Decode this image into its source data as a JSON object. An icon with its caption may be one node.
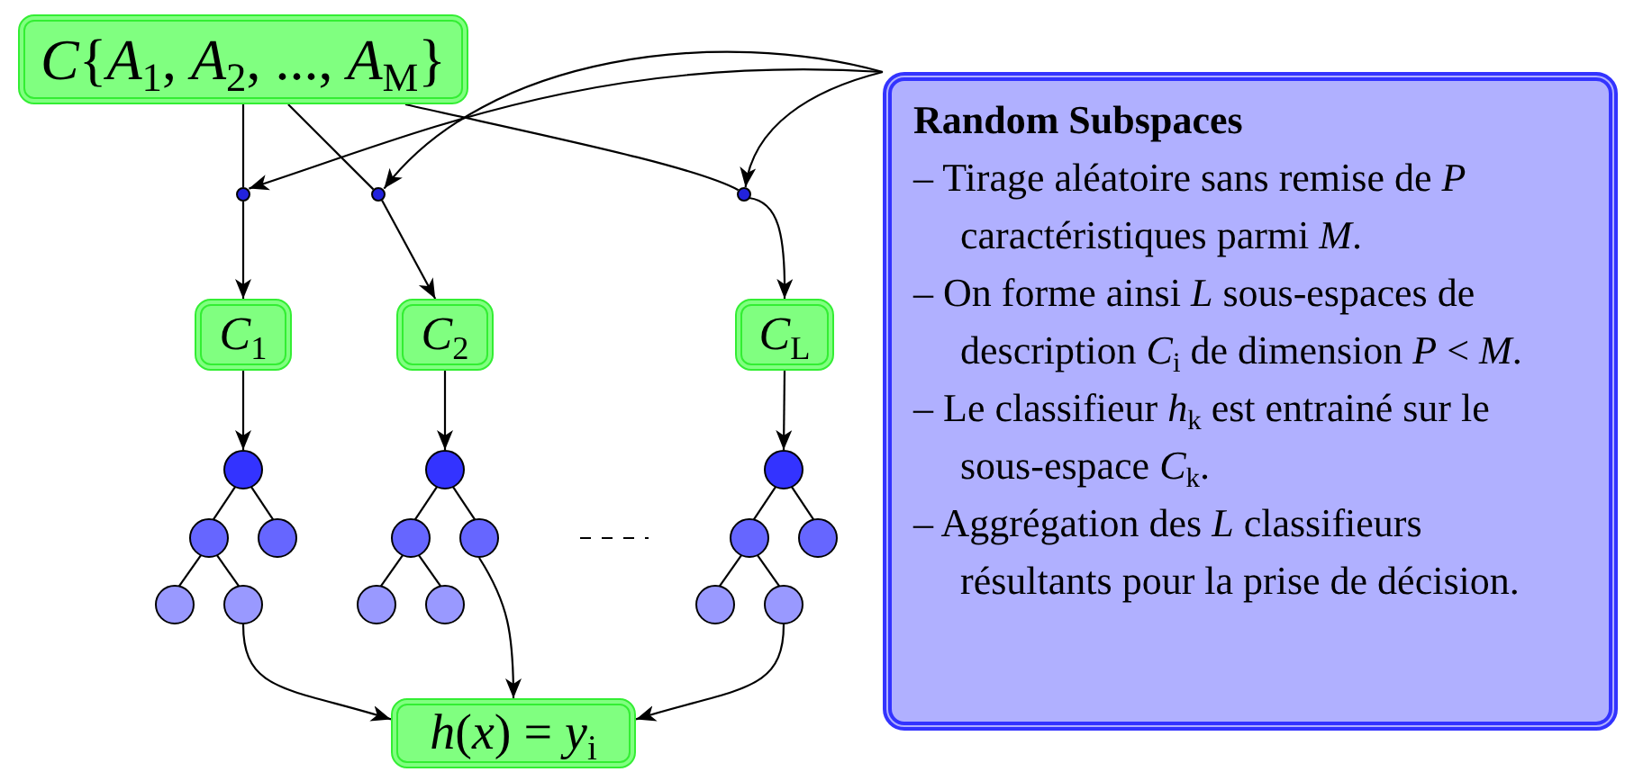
{
  "diagram": {
    "nodes": [
      {
        "text": [
          "*C*{*A*$_{1}$, *A*$_{2}$, ..., *A*$_{M}$}"
        ]
      },
      {
        "text": [],
        "shape": "circle"
      },
      {
        "text": [],
        "shape": "circle"
      },
      {
        "text": [],
        "shape": "circle"
      },
      {
        "text": [
          "*C*$_{1}$"
        ]
      },
      {
        "text": [
          "*C*$_{2}$"
        ]
      },
      {
        "text": [
          "*C*$_{L}$"
        ]
      },
      {
        "text": [],
        "shape": "circle"
      },
      {
        "text": [],
        "shape": "circle"
      },
      {
        "text": [],
        "shape": "circle"
      },
      {
        "text": [],
        "shape": "circle"
      },
      {
        "text": [],
        "shape": "circle"
      },
      {
        "text": [],
        "shape": "circle"
      },
      {
        "text": [],
        "shape": "circle"
      },
      {
        "text": [],
        "shape": "circle"
      },
      {
        "text": [],
        "shape": "circle"
      },
      {
        "text": [],
        "shape": "circle"
      },
      {
        "text": [],
        "shape": "circle"
      },
      {
        "text": [],
        "shape": "circle"
      },
      {
        "text": [],
        "shape": "circle"
      },
      {
        "text": [],
        "shape": "circle"
      },
      {
        "text": [],
        "shape": "circle"
      },
      {
        "text": [
          "*h*(*x*) = *y*$_{i}$"
        ]
      },
      {
        "text": [
          "Random Subspaces",
          "– Tirage aléatoire sans remise de *P* caractéristiques parmi *M*.",
          "– On forme ainsi *L* sous-espaces de description *C*$_{i}$ de dimension *P* < *M*.",
          "– Le classifieur *h*$_{k}$ est entrainé sur le sous-espace *C*$_{k}$.",
          "– Aggrégation des *L* classifieurs résultants pour la prise de décision."
        ]
      }
    ],
    "edges": [
      {
        "from": 0,
        "to": 1,
        "arrow": "none"
      },
      {
        "from": 1,
        "to": 4,
        "arrow": "to"
      },
      {
        "from": 0,
        "to": 2,
        "arrow": "none"
      },
      {
        "from": 2,
        "to": 5,
        "arrow": "to"
      },
      {
        "from": 0,
        "to": 3,
        "arrow": "none"
      },
      {
        "from": 3,
        "to": 6,
        "arrow": "to"
      },
      {
        "from": 4,
        "to": 7,
        "arrow": "to"
      },
      {
        "from": 7,
        "to": 8,
        "arrow": "none"
      },
      {
        "from": 7,
        "to": 9,
        "arrow": "none"
      },
      {
        "from": 8,
        "to": 10,
        "arrow": "none"
      },
      {
        "from": 8,
        "to": 11,
        "arrow": "none"
      },
      {
        "from": 5,
        "to": 12,
        "arrow": "to"
      },
      {
        "from": 12,
        "to": 13,
        "arrow": "none"
      },
      {
        "from": 12,
        "to": 14,
        "arrow": "none"
      },
      {
        "from": 13,
        "to": 15,
        "arrow": "none"
      },
      {
        "from": 13,
        "to": 16,
        "arrow": "none"
      },
      {
        "from": 6,
        "to": 17,
        "arrow": "to"
      },
      {
        "from": 17,
        "to": 18,
        "arrow": "none"
      },
      {
        "from": 17,
        "to": 19,
        "arrow": "none"
      },
      {
        "from": 18,
        "to": 20,
        "arrow": "none"
      },
      {
        "from": 18,
        "to": 21,
        "arrow": "none"
      },
      {
        "from": 11,
        "to": 22,
        "arrow": "to"
      },
      {
        "from": 14,
        "to": 22,
        "arrow": "to"
      },
      {
        "from": 21,
        "to": 22,
        "arrow": "to"
      },
      {
        "from": 23,
        "to": 1,
        "arrow": "to"
      },
      {
        "from": 23,
        "to": 2,
        "arrow": "to"
      },
      {
        "from": 23,
        "to": 3,
        "arrow": "to"
      }
    ]
  }
}
